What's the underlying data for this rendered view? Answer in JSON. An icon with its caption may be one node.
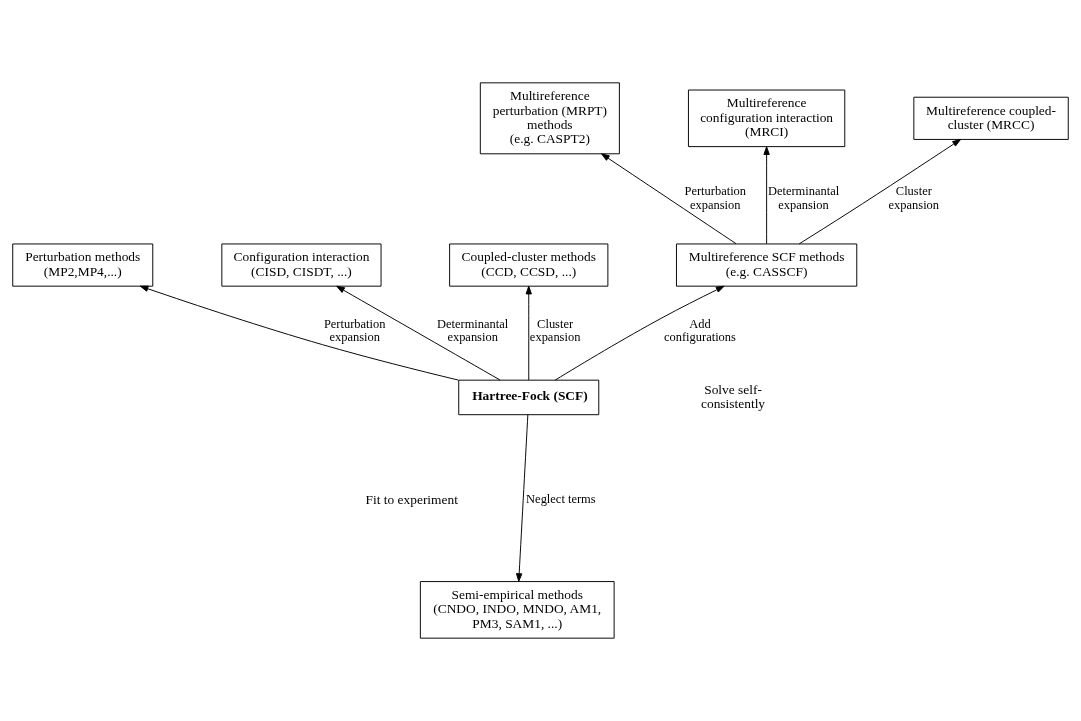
{
  "diagram": {
    "nodes": [
      {
        "text": [
          "Multireference configuration interaction (MRCI)"
        ]
      },
      {
        "text": [
          "Multireference perturbation (MRPT) methods",
          "(e.g. CASPT2)"
        ]
      },
      {
        "text": [
          "Multireference coupled-cluster (MRCC)"
        ]
      },
      {
        "text": [
          "Configuration interaction (CISD, CISDT, ...)"
        ]
      },
      {
        "text": [
          "Perturbation methods (MP2,MP4,...)"
        ]
      },
      {
        "text": [
          "Coupled-cluster methods (CCD, CCSD, ...)"
        ]
      },
      {
        "text": [
          "Multireference SCF methods",
          "(e.g. CASSCF)"
        ]
      },
      {
        "text": [
          "Hartree-Fock (SCF)"
        ]
      },
      {
        "text": [
          "Semi-empirical methods (CNDO, INDO, MNDO, AM1, PM3, SAM1, ...)"
        ]
      }
    ],
    "edges": [
      {
        "from": 6,
        "to": 1,
        "arrow": "to",
        "label": "Perturbation expansion"
      },
      {
        "from": 6,
        "to": 0,
        "arrow": "to",
        "label": "Determinantal expansion"
      },
      {
        "from": 6,
        "to": 2,
        "arrow": "to",
        "label": "Cluster expansion"
      },
      {
        "from": 7,
        "to": 4,
        "arrow": "to",
        "label": "Perturbation expansion"
      },
      {
        "from": 7,
        "to": 3,
        "arrow": "to",
        "label": "Determinantal expansion"
      },
      {
        "from": 7,
        "to": 5,
        "arrow": "to",
        "label": "Cluster expansion"
      },
      {
        "from": 7,
        "to": 6,
        "arrow": "to",
        "label": "Add configurations"
      },
      {
        "from": 7,
        "to": 8,
        "arrow": "to",
        "label": "Neglect terms"
      }
    ],
    "labels": [
      "Solve self-consistently",
      "Fit to experiment"
    ]
  }
}
